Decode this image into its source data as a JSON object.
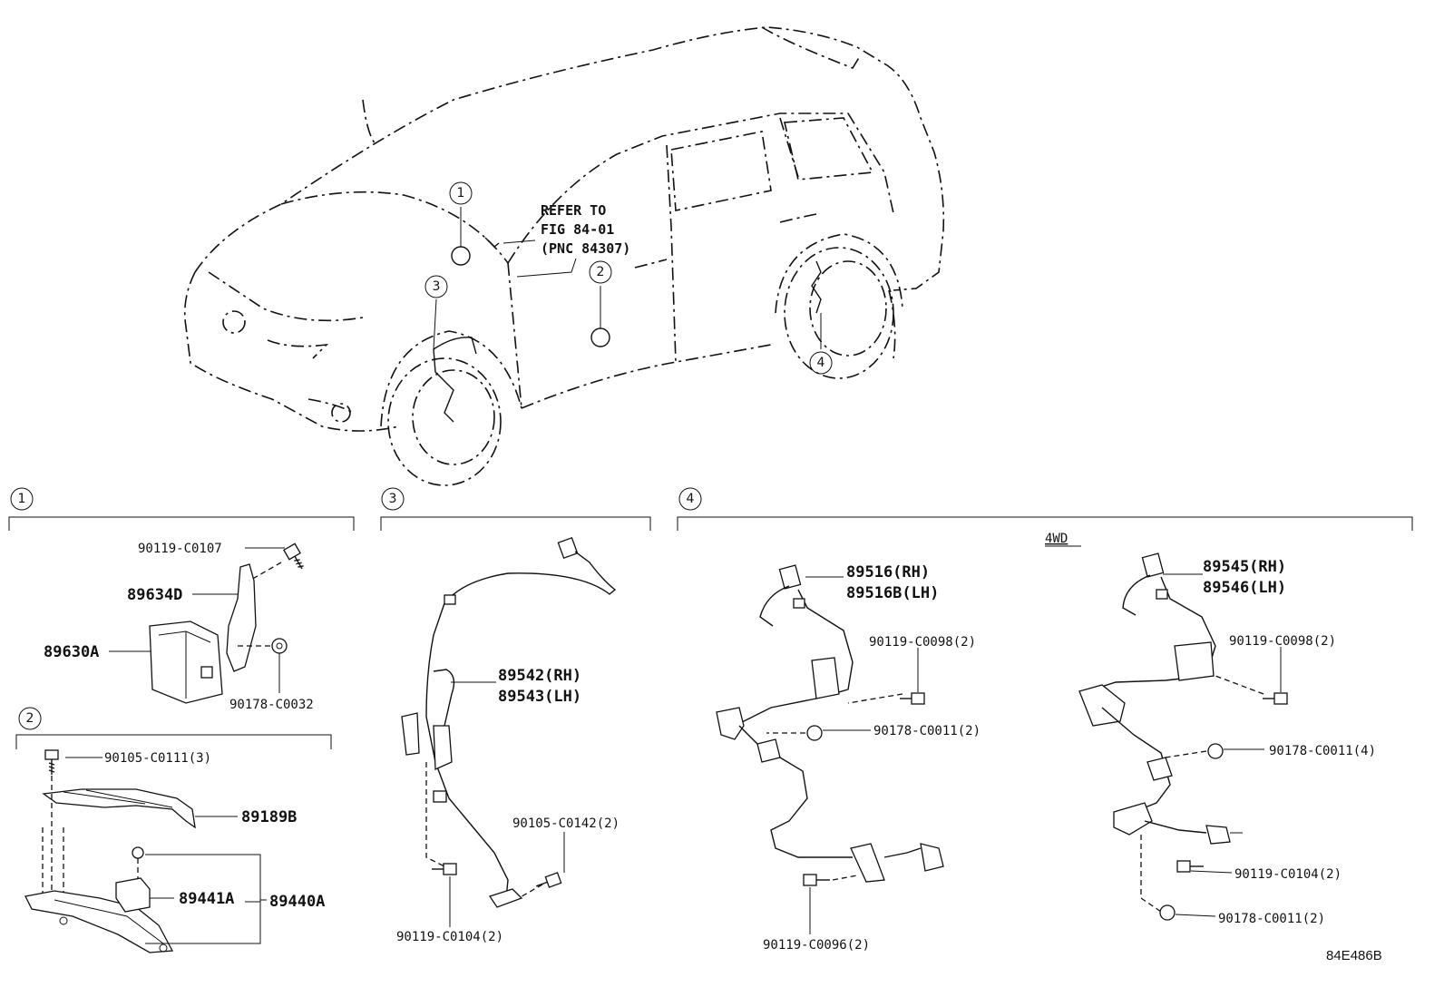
{
  "refer_note": [
    "REFER TO",
    "FIG 84-01",
    "(PNC 84307)"
  ],
  "callouts": {
    "c1": "1",
    "c2": "2",
    "c3": "3",
    "c4": "4"
  },
  "section1": {
    "labels": [
      "90119-C0107",
      "89634D",
      "89630A",
      "90178-C0032"
    ]
  },
  "section2": {
    "labels": [
      "90105-C0111(3)",
      "89189B",
      "89441A",
      "89440A"
    ]
  },
  "section3": {
    "labels": [
      "89542(RH)",
      "89543(LH)",
      "90105-C0142(2)",
      "90119-C0104(2)"
    ]
  },
  "section4": {
    "group_label": "4WD",
    "left_labels": [
      "89516(RH)",
      "89516B(LH)",
      "90119-C0098(2)",
      "90178-C0011(2)",
      "90119-C0096(2)"
    ],
    "right_labels": [
      "89545(RH)",
      "89546(LH)",
      "90119-C0098(2)",
      "90178-C0011(4)",
      "90119-C0104(2)",
      "90178-C0011(2)"
    ]
  },
  "figure_code": "84E486B"
}
